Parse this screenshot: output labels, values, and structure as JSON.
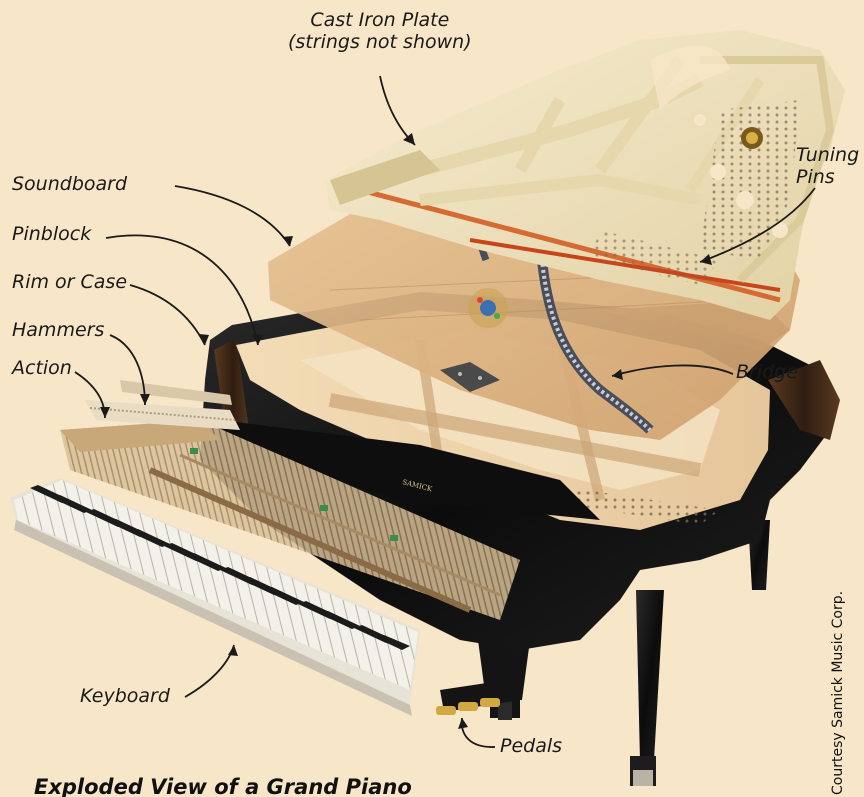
{
  "labels": {
    "cast_iron_plate": "Cast Iron Plate\n(strings not shown)",
    "tuning_pins": "Tuning\nPins",
    "soundboard": "Soundboard",
    "pinblock": "Pinblock",
    "rim_or_case": "Rim or Case",
    "hammers": "Hammers",
    "action": "Action",
    "bridge": "Bridge",
    "keyboard": "Keyboard",
    "pedals": "Pedals"
  },
  "caption": "Exploded View of a Grand Piano",
  "credit": "Courtesy Samick Music Corp.",
  "brand_on_fallboard": "SAMICK",
  "colors": {
    "background": "#f7e6c8",
    "case_black": "#141414",
    "plate_cream": "#efe2bb",
    "soundboard_wood": "#d9b081",
    "inner_wood": "#f0d7b0",
    "bridge_red": "#c8451c",
    "keys_white": "#f4f1ea",
    "keys_black": "#1b1b1b",
    "leader_line": "#1a1a1a"
  }
}
